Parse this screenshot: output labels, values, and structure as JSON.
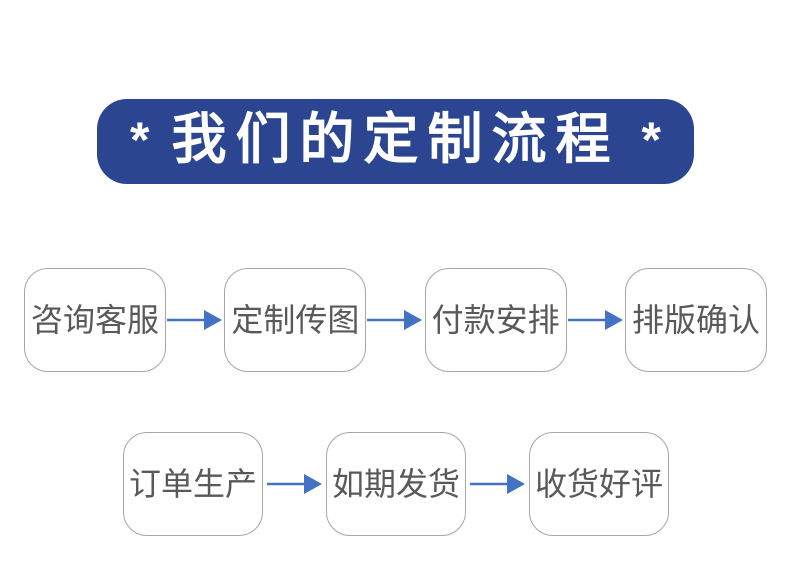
{
  "title": {
    "left_star": "*",
    "text": "我们的定制流程",
    "right_star": "*"
  },
  "process": {
    "row1": [
      {
        "label": "咨询客服"
      },
      {
        "label": "定制传图"
      },
      {
        "label": "付款安排"
      },
      {
        "label": "排版确认"
      }
    ],
    "row2": [
      {
        "label": "订单生产"
      },
      {
        "label": "如期发货"
      },
      {
        "label": "收货好评"
      }
    ]
  },
  "icons": {
    "arrow": "arrow-right-icon"
  },
  "colors": {
    "background": "#ffffff",
    "banner_bg": "#2c4590",
    "banner_text": "#ffffff",
    "arrow_blue": "#4472c4",
    "box_border": "#a6a6a6",
    "box_text": "#595959"
  }
}
